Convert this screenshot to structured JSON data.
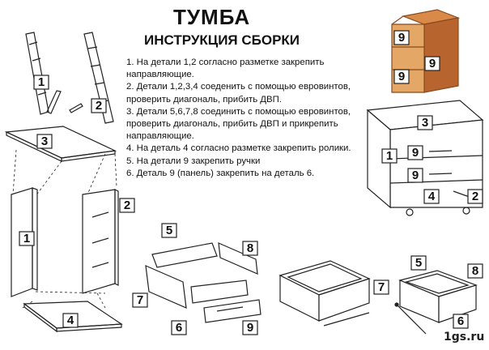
{
  "title": "ТУМБА",
  "subtitle": "ИНСТРУКЦИЯ СБОРКИ",
  "steps": [
    "1. На детали 1,2 согласно разметке закрепить направляющие.",
    "2. Детали 1,2,3,4 соеденить с помощью евровинтов, проверить диагональ, прибить ДВП.",
    "3. Детали 5,6,7,8 соединить с помощью евровинтов, проверить диагональ, прибить ДВП и прикрепить направляющие.",
    "4. На деталь 4 согласно разметке закрепить ролики.",
    "5. На детали 9 закрепить ручки",
    "6. Деталь 9 (панель) закрепить на деталь 6."
  ],
  "watermark": "1gs.ru",
  "part_labels": [
    "1",
    "2",
    "3",
    "4",
    "5",
    "6",
    "7",
    "8",
    "9"
  ],
  "colors": {
    "line": "#222222",
    "photo_wood": "#c8743a",
    "photo_front": "#e4a765",
    "photo_top": "#d98a48"
  }
}
